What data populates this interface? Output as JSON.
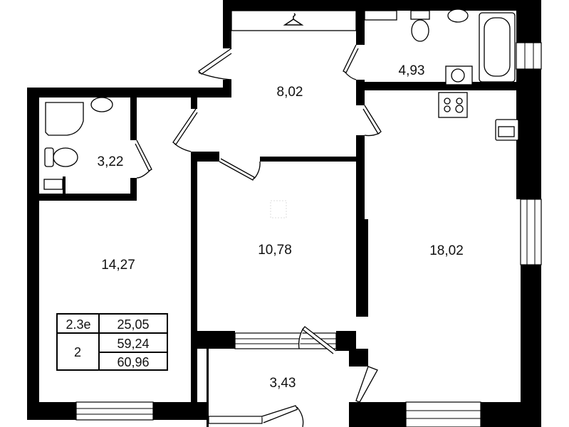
{
  "rooms": {
    "hall": "8,02",
    "bathroom_large": "4,93",
    "bathroom_small": "3,22",
    "bedroom_left": "14,27",
    "bedroom_middle": "10,78",
    "kitchen_living": "18,02",
    "loggia": "3,43"
  },
  "info_table": {
    "type_code": "2.3е",
    "rooms_count": "2",
    "living_area": "25,05",
    "total_area": "59,24",
    "total_area_with_loggia": "60,96"
  }
}
